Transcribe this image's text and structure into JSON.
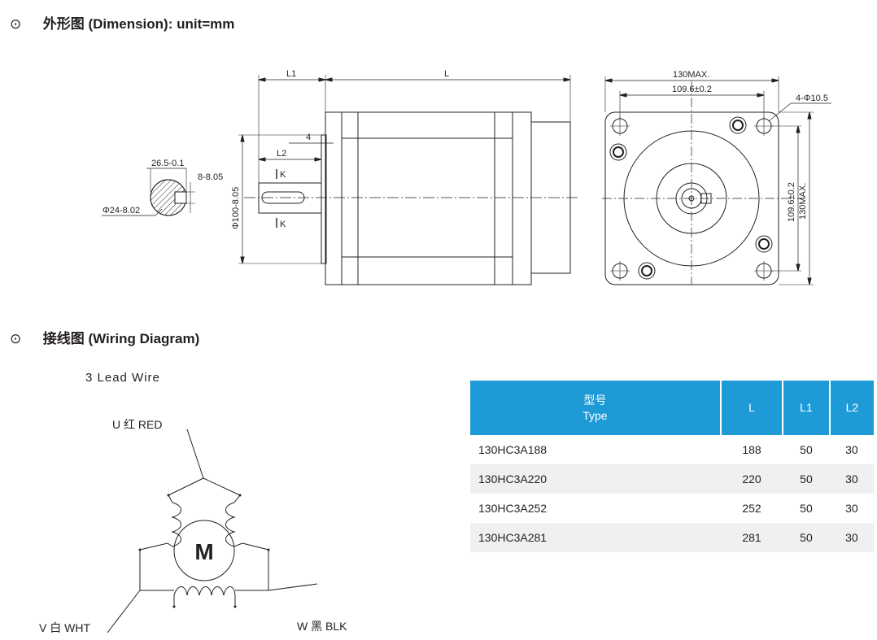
{
  "sections": {
    "dimension": {
      "cn": "外形图",
      "en": "(Dimension)",
      "suffix": ": unit=mm"
    },
    "wiring": {
      "cn": "接线图",
      "en": "(Wiring Diagram)"
    }
  },
  "dimension": {
    "labels": {
      "l1": "L1",
      "l": "L",
      "l2": "L2",
      "four": "4",
      "k_top": "K",
      "k_bottom": "K",
      "key_width": "26.5-0.1",
      "key_height": "8-8.05",
      "shaft_dia": "Φ24-8.02",
      "pilot_dia": "Φ100-8.05",
      "max_w": "130MAX.",
      "hole_pitch_w": "109.6±0.2",
      "holes": "4-Φ10.5",
      "hole_pitch_h": "109.6±0.2",
      "max_h": "130MAX."
    }
  },
  "wiring": {
    "title": "3 Lead Wire",
    "motor_label": "M",
    "u_label": "U 红 RED",
    "v_label": "V 白 WHT",
    "w_label": "W 黑 BLK"
  },
  "table": {
    "header": {
      "type_cn": "型号",
      "type_en": "Type",
      "l": "L",
      "l1": "L1",
      "l2": "L2"
    },
    "rows": [
      {
        "type": "130HC3A188",
        "l": "188",
        "l1": "50",
        "l2": "30"
      },
      {
        "type": "130HC3A220",
        "l": "220",
        "l1": "50",
        "l2": "30"
      },
      {
        "type": "130HC3A252",
        "l": "252",
        "l1": "50",
        "l2": "30"
      },
      {
        "type": "130HC3A281",
        "l": "281",
        "l1": "50",
        "l2": "30"
      }
    ]
  }
}
